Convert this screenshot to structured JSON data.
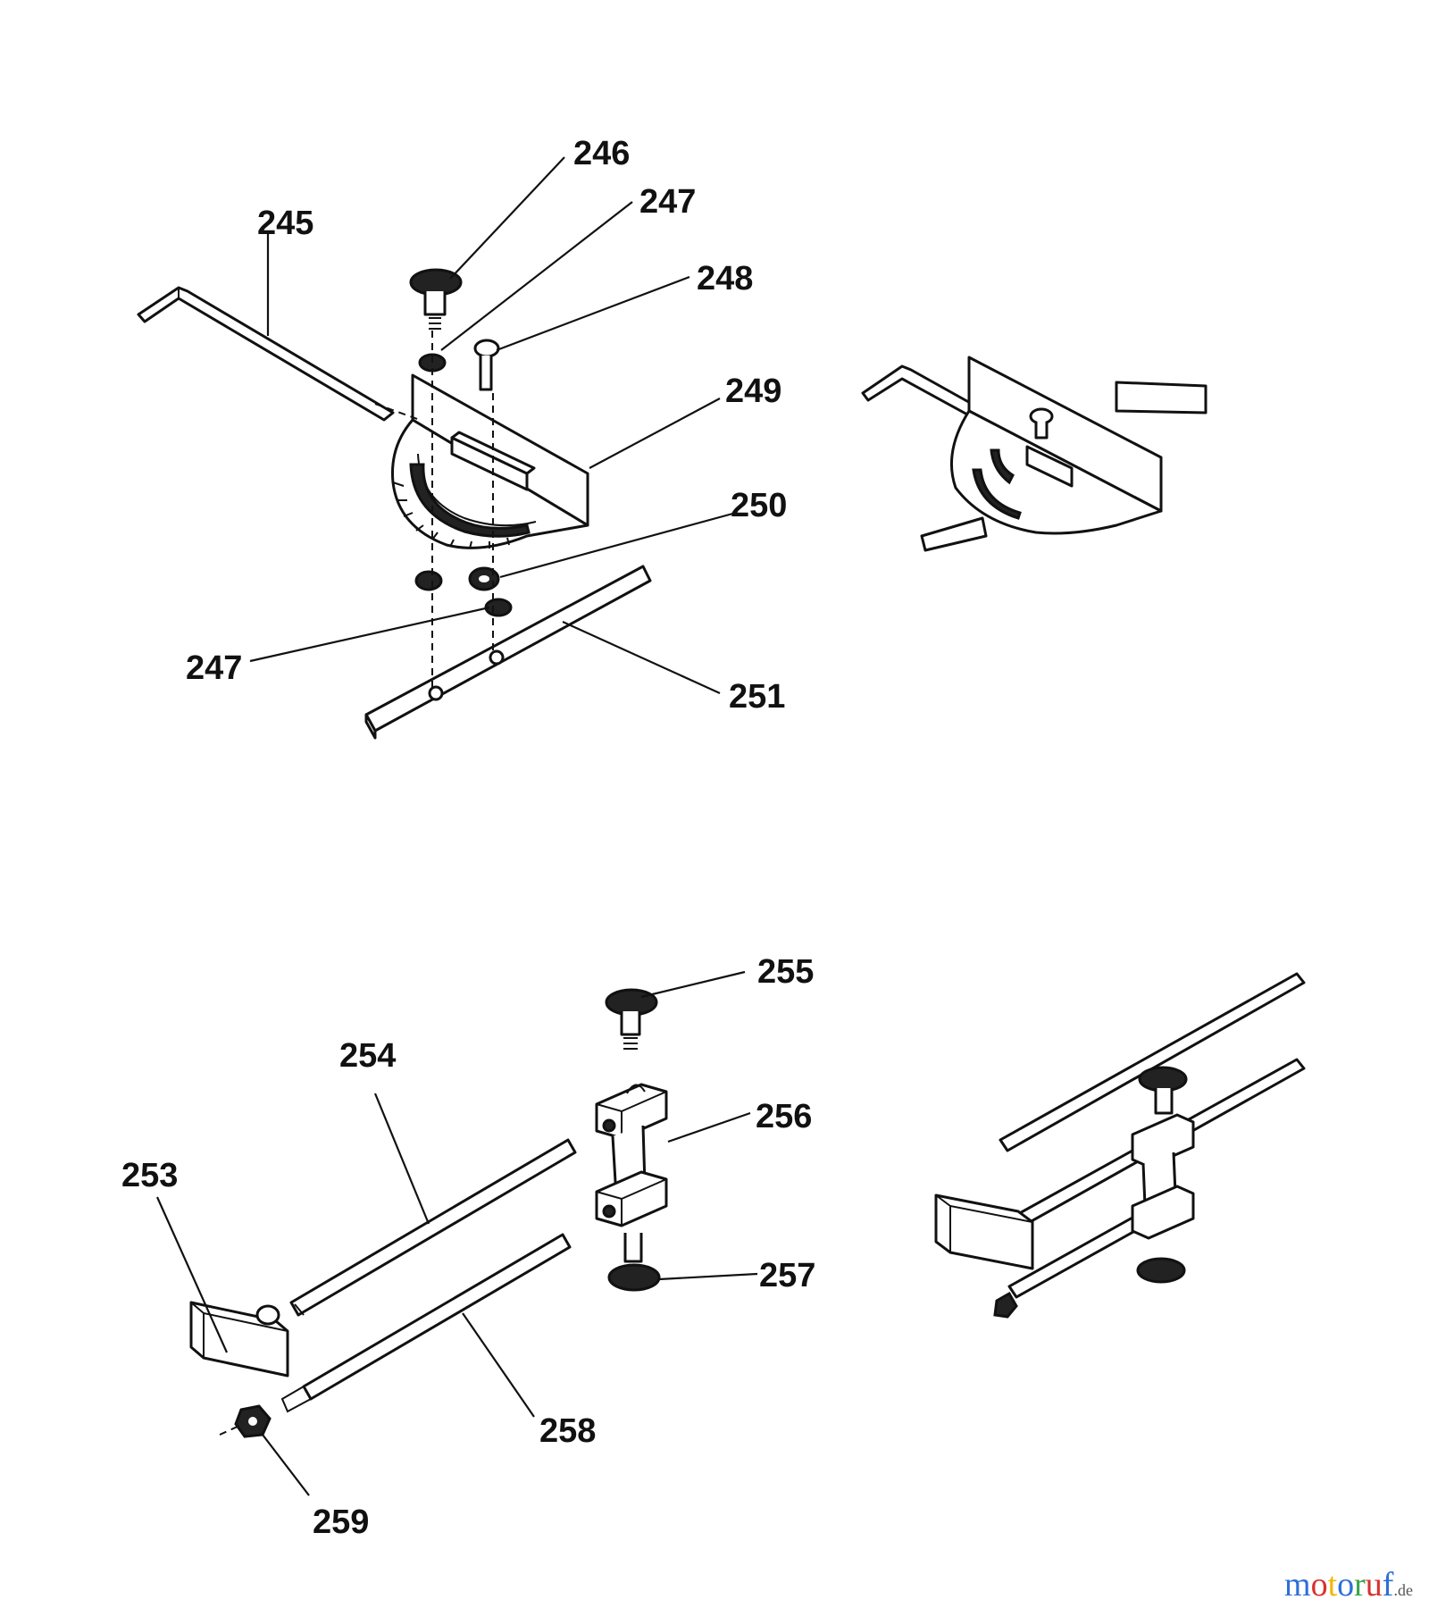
{
  "callouts": {
    "c245": "245",
    "c246": "246",
    "c247a": "247",
    "c248": "248",
    "c249": "249",
    "c250": "250",
    "c247b": "247",
    "c251": "251",
    "c255": "255",
    "c254": "254",
    "c256": "256",
    "c253": "253",
    "c257": "257",
    "c258": "258",
    "c259": "259"
  },
  "watermark": {
    "text_main": "motoruf",
    "text_suffix": ".de",
    "colors": [
      "#2e6fd8",
      "#d8312e",
      "#f2b705",
      "#2e6fd8",
      "#3aa34a",
      "#d8312e",
      "#2e6fd8"
    ]
  }
}
